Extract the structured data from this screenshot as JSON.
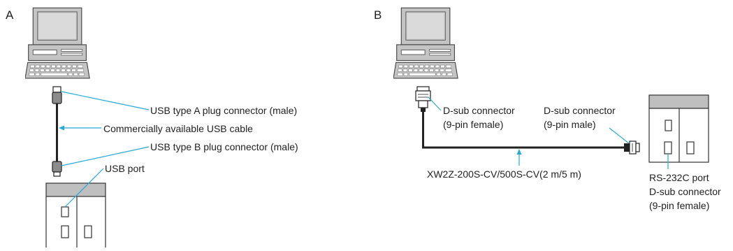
{
  "diagram_a": {
    "panel_label": "A",
    "labels": {
      "usb_a_plug": "USB type A plug connector (male)",
      "usb_cable": "Commercially available USB cable",
      "usb_b_plug": "USB type B plug connector (male)",
      "usb_port": "USB port"
    }
  },
  "diagram_b": {
    "panel_label": "B",
    "labels": {
      "dsub_female_line1": "D-sub connector",
      "dsub_female_line2": "(9-pin female)",
      "dsub_male_line1": "D-sub connector",
      "dsub_male_line2": "(9-pin male)",
      "cable_model": "XW2Z-200S-CV/500S-CV(2 m/5 m)",
      "rs232c_line1": "RS-232C port",
      "rs232c_line2": "D-sub connector",
      "rs232c_line3": "(9-pin female)"
    }
  },
  "colors": {
    "leader": "#29a9d6",
    "device_gray": "#bfbfbf",
    "device_dark": "#8c8c8c",
    "line": "#222222"
  }
}
